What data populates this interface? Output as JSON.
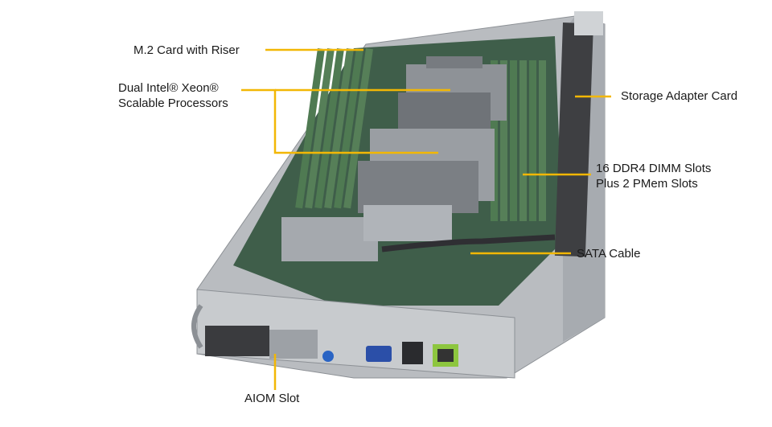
{
  "labels": {
    "m2": "M.2 Card with Riser",
    "cpu_line1": "Dual Intel® Xeon®",
    "cpu_line2": "Scalable Processors",
    "storage": "Storage Adapter Card",
    "dimm_line1": "16 DDR4 DIMM Slots",
    "dimm_line2": "Plus 2 PMem Slots",
    "sata": "SATA Cable",
    "aiom": "AIOM Slot"
  },
  "colors": {
    "callout": "#f2b705",
    "chassis": "#b9bcc0",
    "heatsink": "#9a9ea3",
    "board": "#3f5e4a",
    "dimm": "#4f7a52",
    "vga": "#2b4fa8",
    "lan": "#8dc63f"
  }
}
